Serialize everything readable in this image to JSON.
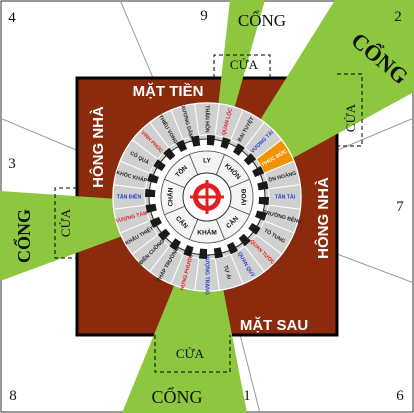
{
  "colors": {
    "house": "#8B2A0C",
    "cone": "#8DC63F",
    "outer_ring": "#D0D0D0",
    "mid_ring": "#9E9E9E",
    "highlight": "#F39200",
    "text_red": "#E02020",
    "text_blue": "#1F3FC8",
    "text_black": "#222222",
    "frame_line": "#333333"
  },
  "corner_numbers": {
    "n9": "9",
    "n2": "2",
    "n3": "3",
    "n4": "4",
    "n7": "7",
    "n8": "8",
    "n1": "1",
    "n6": "6"
  },
  "labels": {
    "mat_tien": "MẶT TIỀN",
    "mat_sau": "MẶT SAU",
    "hong_nha_left": "HÔNG NHÀ",
    "hong_nha_right": "HÔNG NHÀ",
    "cong_top": "CỔNG",
    "cong_top_right": "CỔNG",
    "cong_left": "CỔNG",
    "cong_bottom": "CỔNG",
    "cua_top": "CỬA",
    "cua_right": "CỬA",
    "cua_left": "CỬA",
    "cua_bottom": "CỬA"
  },
  "compass": {
    "outer_sectors": [
      {
        "text": "QUAN LỘC",
        "color": "red"
      },
      {
        "text": "BẠI TUYỆT",
        "color": "black"
      },
      {
        "text": "VƯỢNG TÀI",
        "color": "blue"
      },
      {
        "text": "PHÚC ĐỨC",
        "color": "red",
        "highlight": true
      },
      {
        "text": "ÔN HOÀNG",
        "color": "black"
      },
      {
        "text": "TẤN TÀI",
        "color": "blue"
      },
      {
        "text": "TRƯỜNG BỆNH",
        "color": "black"
      },
      {
        "text": "TỐ TỤNG",
        "color": "black"
      },
      {
        "text": "QUAN TƯỚC",
        "color": "red"
      },
      {
        "text": "QUAN QUÝ",
        "color": "blue"
      },
      {
        "text": "TỰ ÁI",
        "color": "black"
      },
      {
        "text": "VƯỢNG TRANG",
        "color": "blue"
      },
      {
        "text": "HƯNG PHƯỚC",
        "color": "red"
      },
      {
        "text": "PHÁP TRƯỜNG",
        "color": "black"
      },
      {
        "text": "ĐIÊN CUỒNG",
        "color": "black"
      },
      {
        "text": "KHẨU THIỆT",
        "color": "black"
      },
      {
        "text": "VƯỢNG TÀM",
        "color": "red"
      },
      {
        "text": "TẤN ĐIỀN",
        "color": "blue"
      },
      {
        "text": "KHỐC KHẤP",
        "color": "black"
      },
      {
        "text": "CÔ QUẢ",
        "color": "black"
      },
      {
        "text": "VINH PHÚC",
        "color": "red"
      },
      {
        "text": "THIẾU VONG",
        "color": "black"
      },
      {
        "text": "XƯƠNG DÂM",
        "color": "black"
      },
      {
        "text": "THÂN HÔN",
        "color": "black"
      }
    ],
    "trigrams": [
      "TỐN",
      "LY",
      "KHÔN",
      "ĐOÀI",
      "CÀN",
      "KHẢM",
      "CẤN",
      "CHẤN"
    ]
  }
}
